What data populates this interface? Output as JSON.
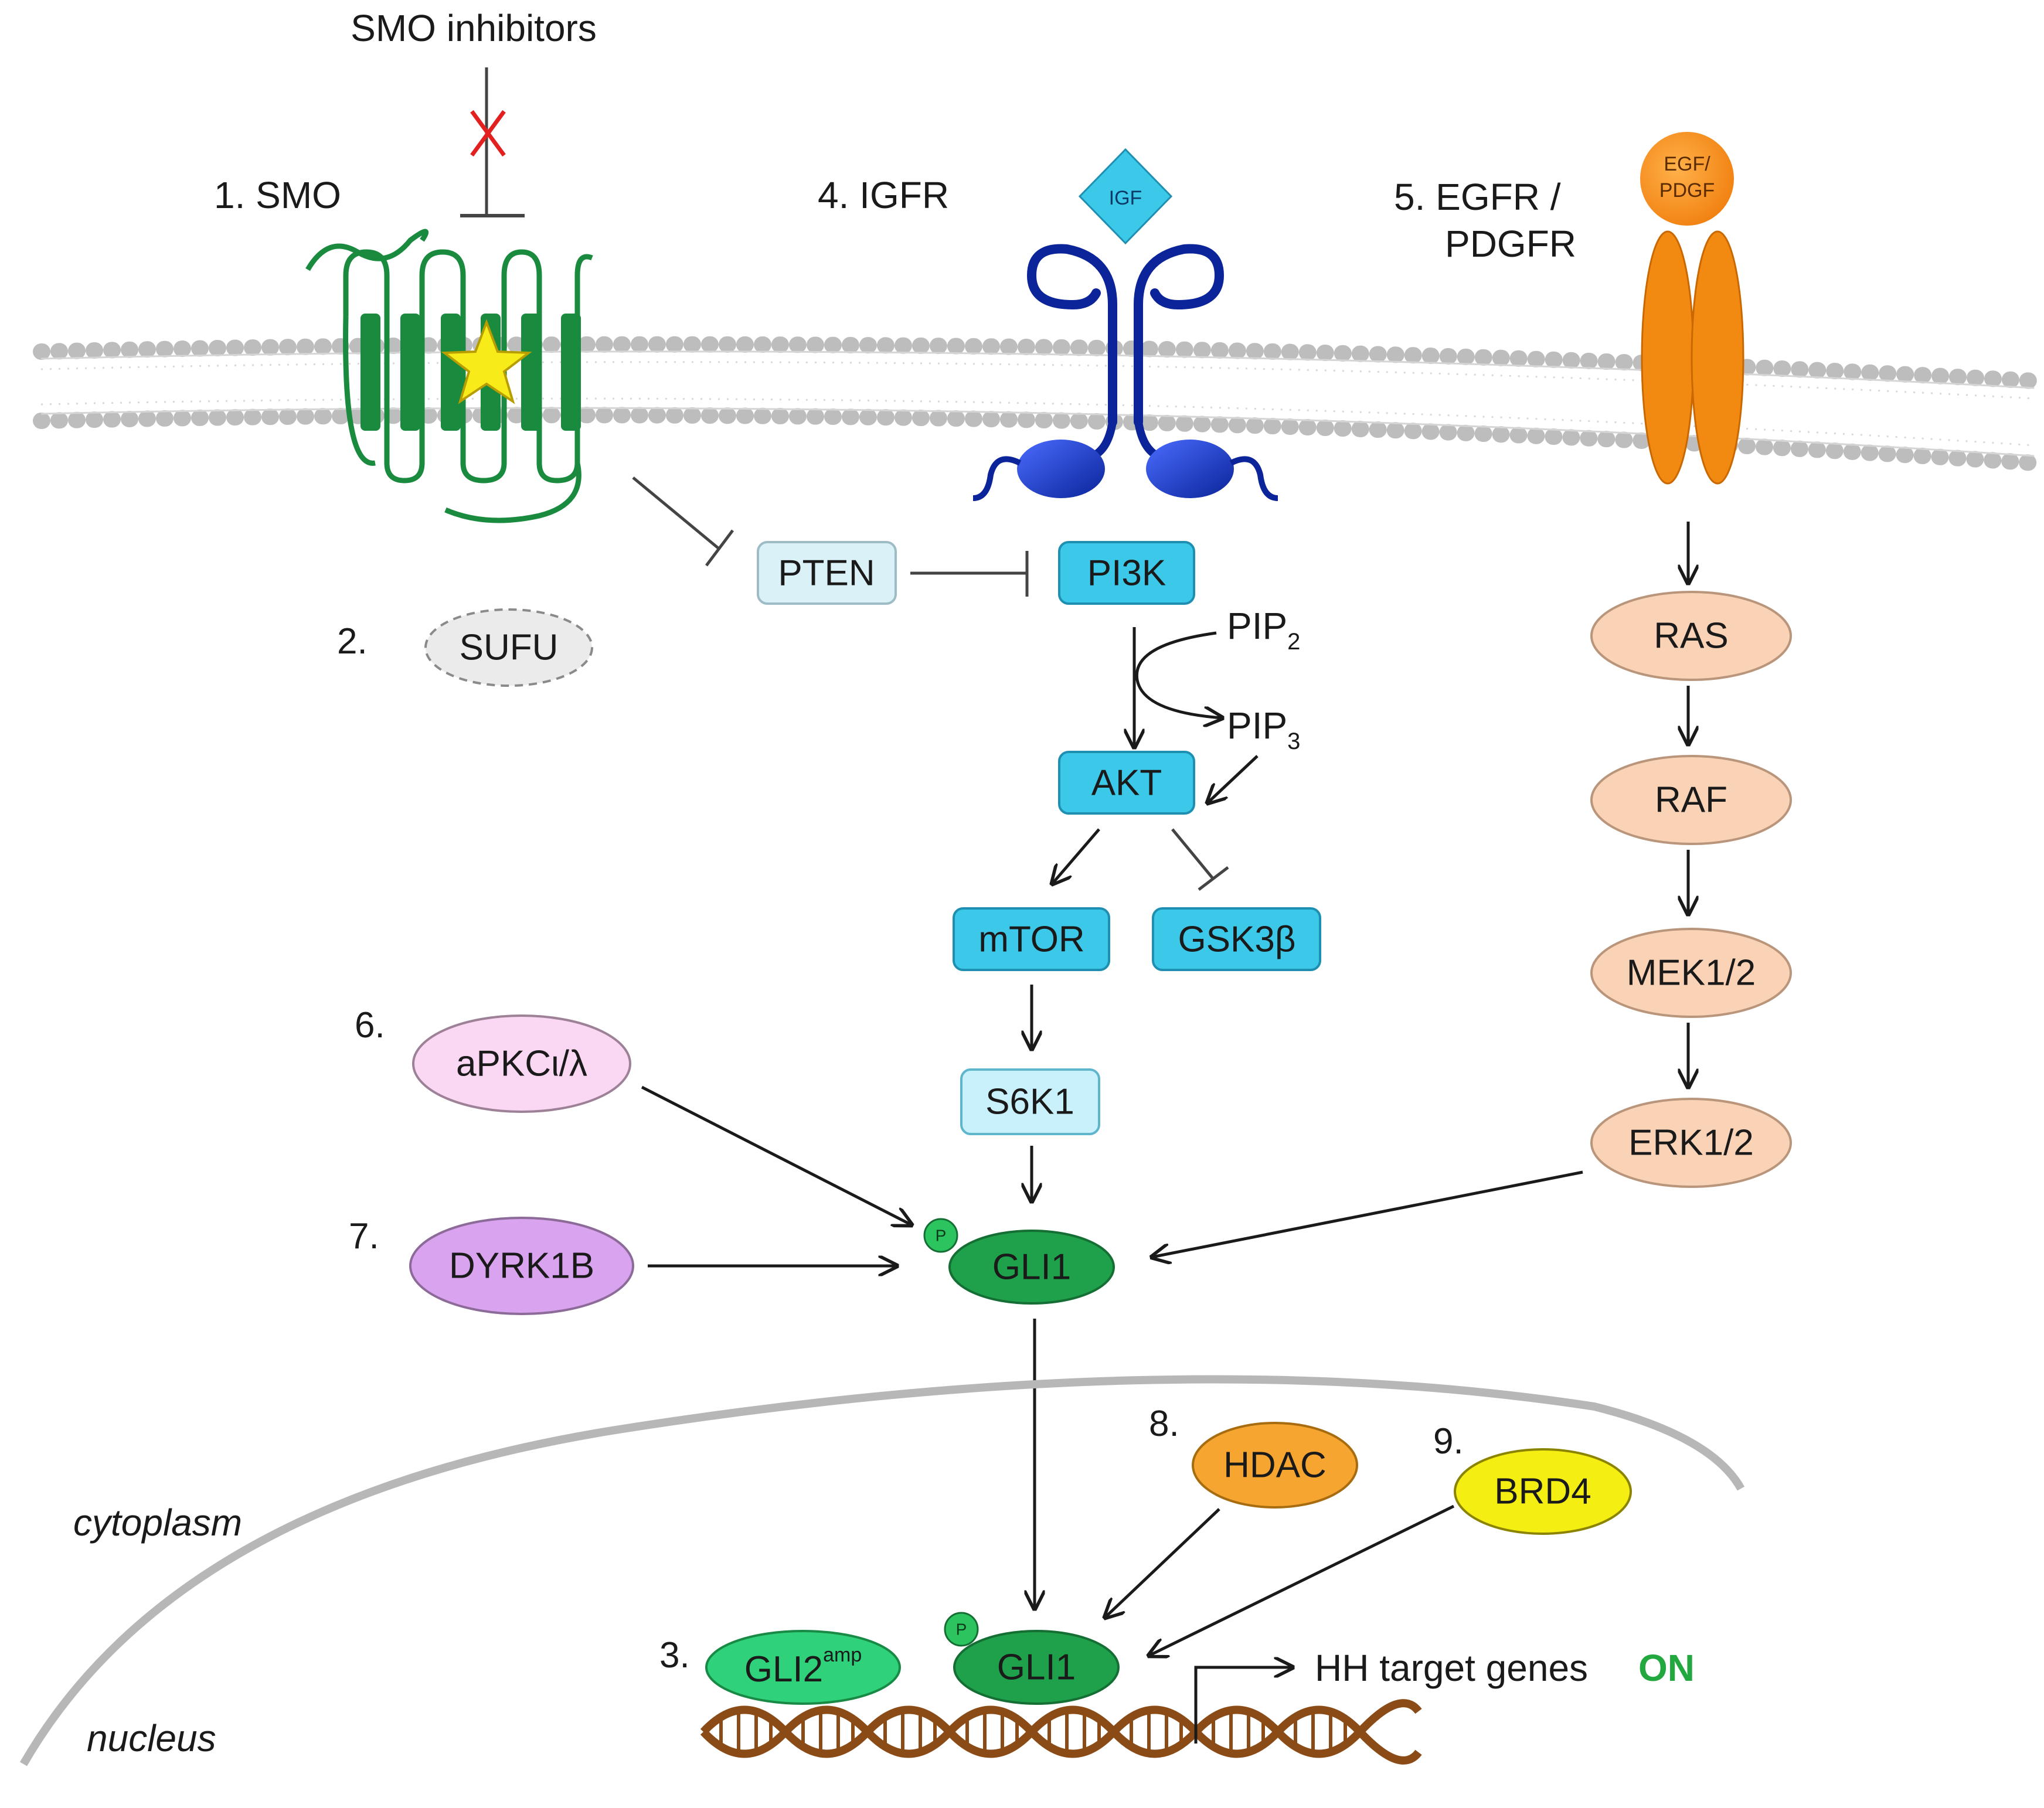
{
  "inhibitor_label": "SMO inhibitors",
  "receptors": {
    "smo": "1.  SMO",
    "igfr": "4.   IGFR",
    "egfr_line1": "5.  EGFR /",
    "egfr_line2": "PDGFR"
  },
  "ligands": {
    "igf": "IGF",
    "egf_line1": "EGF/",
    "egf_line2": "PDGF"
  },
  "numbers": {
    "n2": "2.",
    "n3": "3.",
    "n6": "6.",
    "n7": "7.",
    "n8": "8.",
    "n9": "9."
  },
  "nodes": {
    "pten": "PTEN",
    "pi3k": "PI3K",
    "sufu": "SUFU",
    "pip2": "PIP",
    "pip2_sub": "2",
    "pip3": "PIP",
    "pip3_sub": "3",
    "akt": "AKT",
    "mtor": "mTOR",
    "gsk3b": "GSK3β",
    "s6k1": "S6K1",
    "ras": "RAS",
    "raf": "RAF",
    "mek": "MEK1/2",
    "erk": "ERK1/2",
    "apkc": "aPKCι/λ",
    "dyrk1b": "DYRK1B",
    "gli1_cyto": "GLI1",
    "gli1_nuc": "GLI1",
    "gli2": "GLI2",
    "gli2_sup": "amp",
    "hdac": "HDAC",
    "brd4": "BRD4",
    "phospho": "P"
  },
  "compartments": {
    "cytoplasm": "cytoplasm",
    "nucleus": "nucleus"
  },
  "target_genes": {
    "label": "HH target genes",
    "state": "ON"
  },
  "colors": {
    "smo_green": "#1a8a3e",
    "igfr_blue": "#0b2499",
    "egfr_orange": "#f28a12",
    "cyan_node": "#3cc8e8",
    "pale_cyan": "#d9f1f7",
    "peach": "#fad3b7",
    "gli_green": "#1fa04a",
    "gli2_green": "#2fd17a",
    "hdac_orange": "#f5a530",
    "brd4_yellow": "#f5ee12",
    "apkc_pink": "#fad7f2",
    "dyrk_purple": "#d9a3ef",
    "on_green": "#22a83f",
    "dna_brown": "#8a4b16",
    "inhibit_red": "#e32020"
  }
}
